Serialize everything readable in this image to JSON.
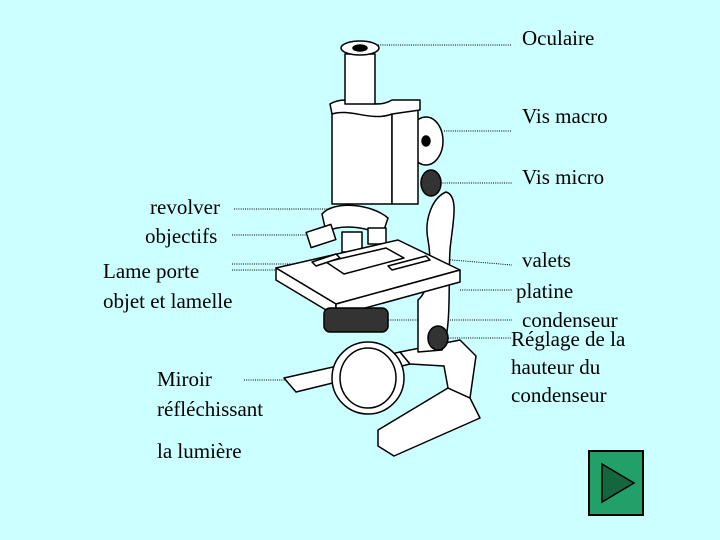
{
  "colors": {
    "background": "#ccffff",
    "microscope_body": "#ffffff",
    "outline": "#000000",
    "leader_line": "#000000",
    "nav_button_bg": "#22a06a",
    "nav_button_arrow": "#14663f"
  },
  "labels": {
    "oculaire": "Oculaire",
    "vis_macro": "Vis macro",
    "vis_micro": "Vis micro",
    "revolver": "revolver",
    "objectifs": "objectifs",
    "lame_line1": "Lame porte",
    "lame_line2": "objet et lamelle",
    "miroir_line1": "Miroir",
    "miroir_line2": "réfléchissant",
    "lumiere": "la lumière",
    "valets": "valets",
    "platine": "platine",
    "condenseur": "condenseur",
    "reglage_line1": "Réglage de la",
    "reglage_line2": "hauteur du",
    "reglage_line3": "condenseur"
  },
  "nav": {
    "icon": "play-triangle-icon"
  }
}
